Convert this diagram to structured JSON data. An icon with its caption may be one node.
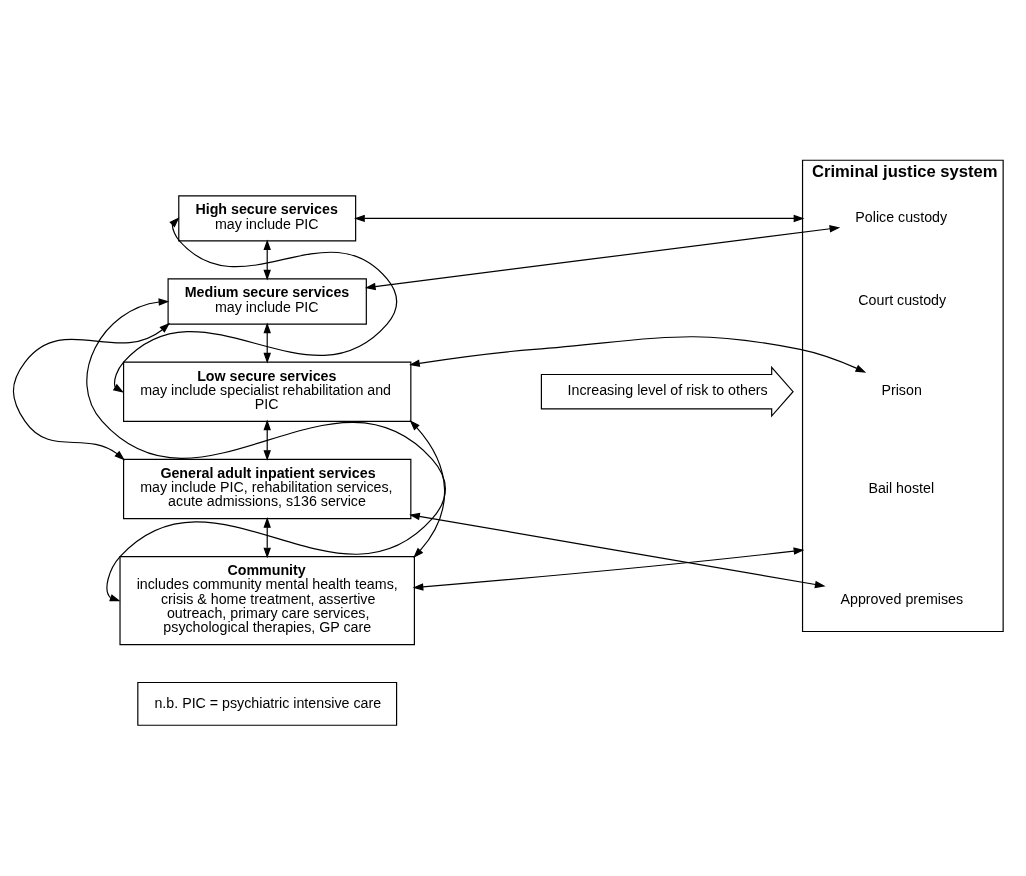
{
  "diagram": {
    "nodes": [
      {
        "text": [
          "High secure services",
          "may include PIC"
        ]
      },
      {
        "text": [
          "Medium secure services",
          "may include PIC"
        ]
      },
      {
        "text": [
          "Low secure services",
          "may include specialist rehabilitation and PIC"
        ]
      },
      {
        "text": [
          "General adult inpatient services",
          "may include PIC, rehabilitation services, acute admissions, s136 service"
        ]
      },
      {
        "text": [
          "Community",
          "includes community mental health teams, crisis & home treatment, assertive outreach, primary care services, psychological therapies, GP care"
        ]
      },
      {
        "text": [
          "Criminal justice system"
        ]
      },
      {
        "text": [
          "Police custody"
        ],
        "in": 5
      },
      {
        "text": [
          "Court custody"
        ],
        "in": 5
      },
      {
        "text": [
          "Prison"
        ],
        "in": 5
      },
      {
        "text": [
          "Bail hostel"
        ],
        "in": 5
      },
      {
        "text": [
          "Approved premises"
        ],
        "in": 5
      },
      {
        "text": [
          "Increasing level of risk to others"
        ]
      },
      {
        "text": [
          "n.b. PIC = psychiatric intensive care"
        ]
      }
    ],
    "edges": [
      {
        "from": 0,
        "to": 5,
        "arrow": "both"
      },
      {
        "from": 0,
        "to": 1,
        "arrow": "both"
      },
      {
        "from": 1,
        "to": 2,
        "arrow": "both"
      },
      {
        "from": 2,
        "to": 3,
        "arrow": "both"
      },
      {
        "from": 3,
        "to": 4,
        "arrow": "both"
      },
      {
        "from": 1,
        "to": 6,
        "arrow": "both"
      },
      {
        "from": 2,
        "to": 8,
        "arrow": "both"
      },
      {
        "from": 3,
        "to": 10,
        "arrow": "both"
      },
      {
        "from": 4,
        "to": 5,
        "arrow": "both"
      },
      {
        "from": 0,
        "to": 2,
        "arrow": "both"
      },
      {
        "from": 1,
        "to": 3,
        "arrow": "both"
      },
      {
        "from": 1,
        "to": 4,
        "arrow": "both"
      },
      {
        "from": 2,
        "to": 4,
        "arrow": "both"
      }
    ]
  }
}
